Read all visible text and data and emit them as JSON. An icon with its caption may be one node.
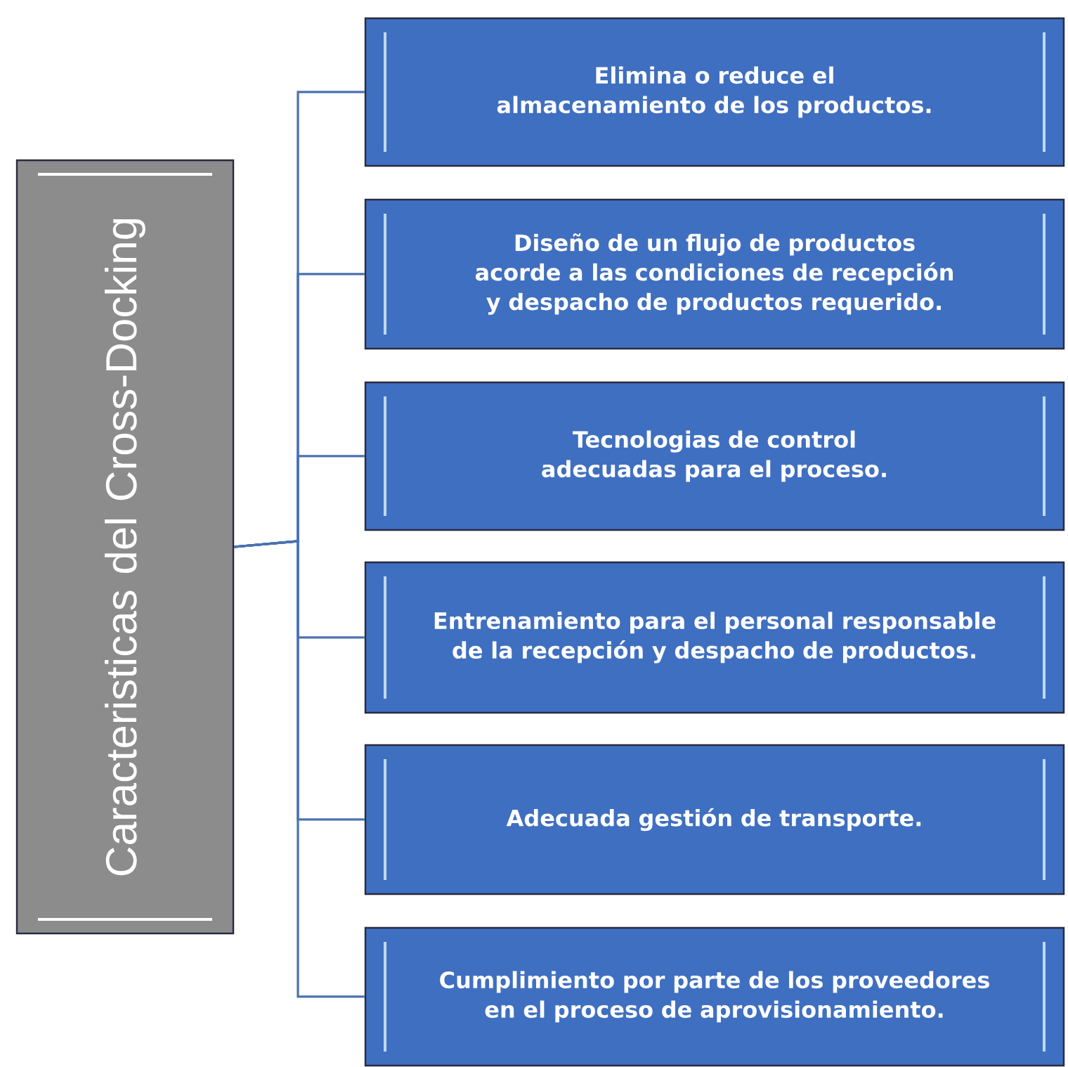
{
  "diagram": {
    "nodes": [
      {
        "text": [
          "Caracteristicas del Cross-Docking"
        ]
      },
      {
        "text": [
          "Elimina o reduce el almacenamiento de los productos."
        ]
      },
      {
        "text": [
          "Diseño de un flujo de productos acorde a las condiciones de recepción y despacho de productos requerido."
        ]
      },
      {
        "text": [
          "Tecnologias de control adecuadas para el proceso."
        ]
      },
      {
        "text": [
          "Entrenamiento para el personal responsable de la recepción y despacho de productos."
        ]
      },
      {
        "text": [
          "Adecuada gestión de transporte."
        ]
      },
      {
        "text": [
          "Cumplimiento por parte de los proveedores en el proceso de aprovisionamiento."
        ]
      }
    ],
    "edges": [
      {
        "from": 0,
        "to": 1,
        "arrow": "none"
      },
      {
        "from": 0,
        "to": 2,
        "arrow": "none"
      },
      {
        "from": 0,
        "to": 3,
        "arrow": "none"
      },
      {
        "from": 0,
        "to": 4,
        "arrow": "none"
      },
      {
        "from": 0,
        "to": 5,
        "arrow": "none"
      },
      {
        "from": 0,
        "to": 6,
        "arrow": "none"
      }
    ]
  }
}
